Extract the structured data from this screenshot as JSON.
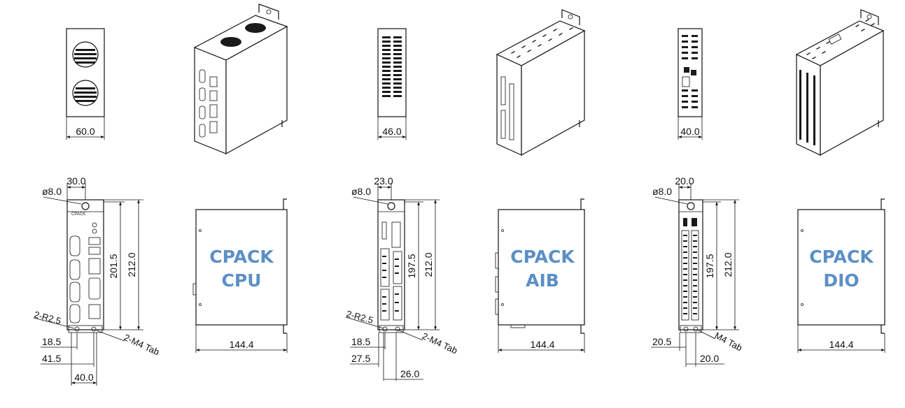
{
  "modules": [
    {
      "id": "cpu",
      "brand_lines": [
        "CPACK",
        "CPU"
      ],
      "front_label": "CPACK",
      "top_width": "60.0",
      "bolt_spacing": "30.0",
      "hole_dia": "ø8.0",
      "height_inner": "201.5",
      "height_total": "212.0",
      "radius": "2-R2.5",
      "tab": "2-M4 Tab",
      "offsets": [
        "18.5",
        "41.5",
        "40.0"
      ],
      "depth": "144.4"
    },
    {
      "id": "aib",
      "brand_lines": [
        "CPACK",
        "AIB"
      ],
      "top_width": "46.0",
      "bolt_spacing": "23.0",
      "hole_dia": "ø8.0",
      "height_inner": "197.5",
      "height_total": "212.0",
      "radius": "2-R2.5",
      "tab": "2-M4 Tab",
      "offsets": [
        "18.5",
        "27.5",
        "26.0"
      ],
      "depth": "144.4"
    },
    {
      "id": "dio",
      "brand_lines": [
        "CPACK",
        "DIO"
      ],
      "top_width": "40.0",
      "bolt_spacing": "20.0",
      "hole_dia": "ø8.0",
      "height_inner": "197.5",
      "height_total": "212.0",
      "tab": "M4 Tab",
      "offsets": [
        "20.5",
        "20.0"
      ],
      "depth": "144.4"
    }
  ]
}
